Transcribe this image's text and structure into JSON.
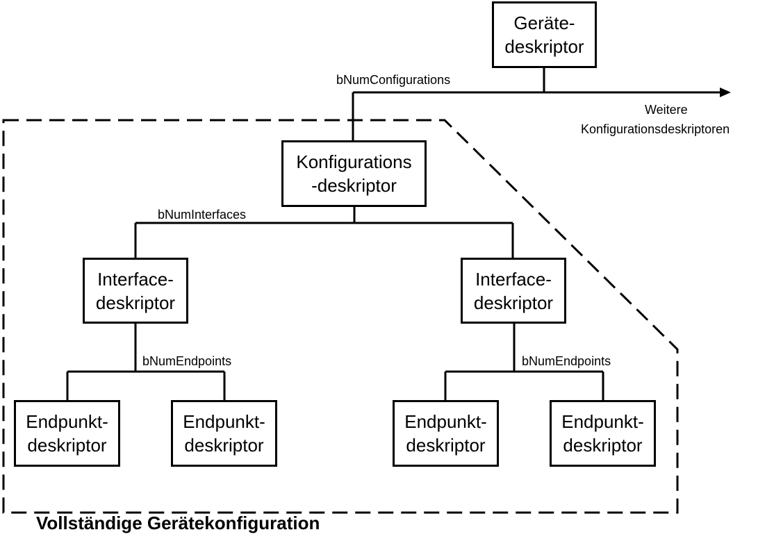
{
  "diagram": {
    "device_box": [
      "Geräte-",
      "deskriptor"
    ],
    "config_box": [
      "Konfigurations",
      "-deskriptor"
    ],
    "interface_box": [
      "Interface-",
      "deskriptor"
    ],
    "endpoint_box": [
      "Endpunkt-",
      "deskriptor"
    ],
    "labels": {
      "num_configurations": "bNumConfigurations",
      "num_interfaces": "bNumInterfaces",
      "num_endpoints": "bNumEndpoints",
      "more_configs_line1": "Weitere",
      "more_configs_line2": "Konfigurationsdeskriptoren"
    },
    "caption": "Vollständige Gerätekonfiguration"
  }
}
